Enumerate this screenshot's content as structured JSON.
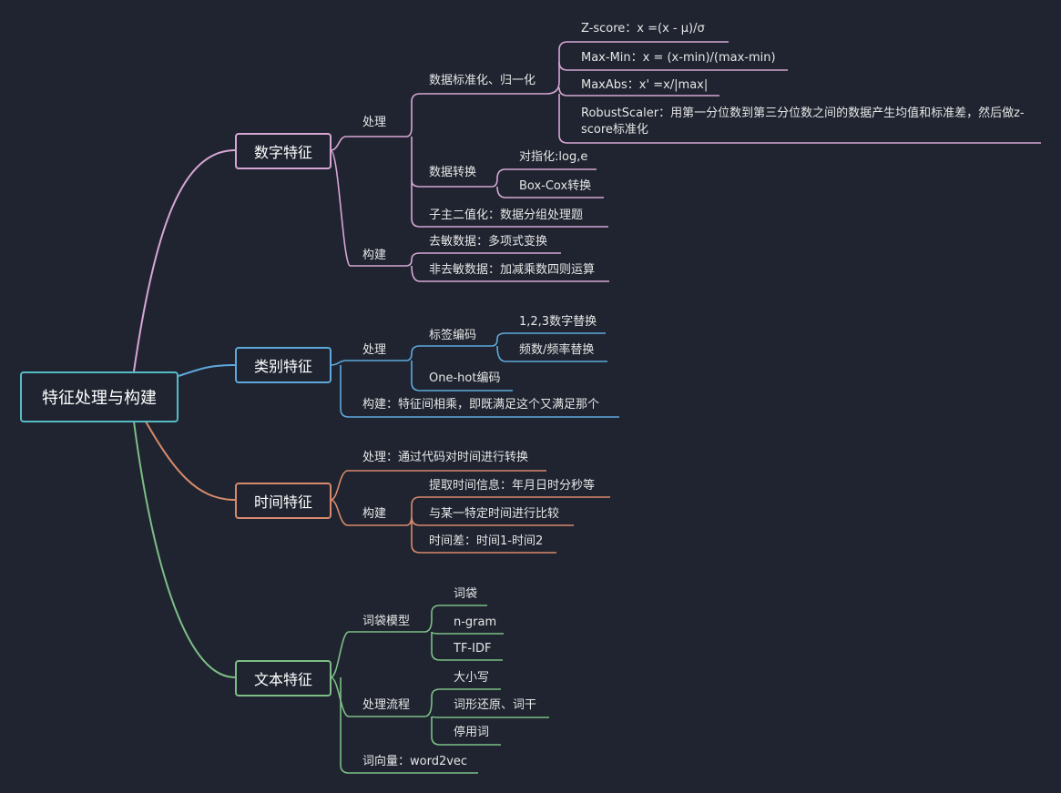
{
  "root": "特征处理与构建",
  "colors": {
    "numeric": "#d7a6d4",
    "categorical": "#5fa9dc",
    "time": "#d88a6c",
    "text": "#7dbe86",
    "root": "#56bcc4"
  },
  "numeric": {
    "title": "数字特征",
    "process": "处理",
    "normalize": "数据标准化、归一化",
    "zscore": "Z-score：x =(x - μ)/σ",
    "maxmin": "Max-Min：x = (x-min)/(max-min)",
    "maxabs": "MaxAbs：x' =x/|max|",
    "robust": "RobustScaler：用第一分位数到第三分位数之间的数据产生均值和标准差，然后做z-score标准化",
    "transform": "数据转换",
    "log": "对指化:log,e",
    "boxcox": "Box-Cox转换",
    "binarize": "子主二值化：数据分组处理题",
    "build": "构建",
    "desens": "去敏数据：多项式变换",
    "nondesens": "非去敏数据：加减乘数四则运算"
  },
  "categorical": {
    "title": "类别特征",
    "process": "处理",
    "label_enc": "标签编码",
    "num_replace": "1,2,3数字替换",
    "freq_replace": "频数/频率替换",
    "onehot": "One-hot编码",
    "build": "构建：特征间相乘，即既满足这个又满足那个"
  },
  "time": {
    "title": "时间特征",
    "process": "处理：通过代码对时间进行转换",
    "build": "构建",
    "extract": "提取时间信息：年月日时分秒等",
    "compare": "与某一特定时间进行比较",
    "diff": "时间差：时间1-时间2"
  },
  "text": {
    "title": "文本特征",
    "bow_model": "词袋模型",
    "bow": "词袋",
    "ngram": "n-gram",
    "tfidf": "TF-IDF",
    "pipeline": "处理流程",
    "case": "大小写",
    "stem": "词形还原、词干",
    "stop": "停用词",
    "vector": "词向量：word2vec"
  }
}
